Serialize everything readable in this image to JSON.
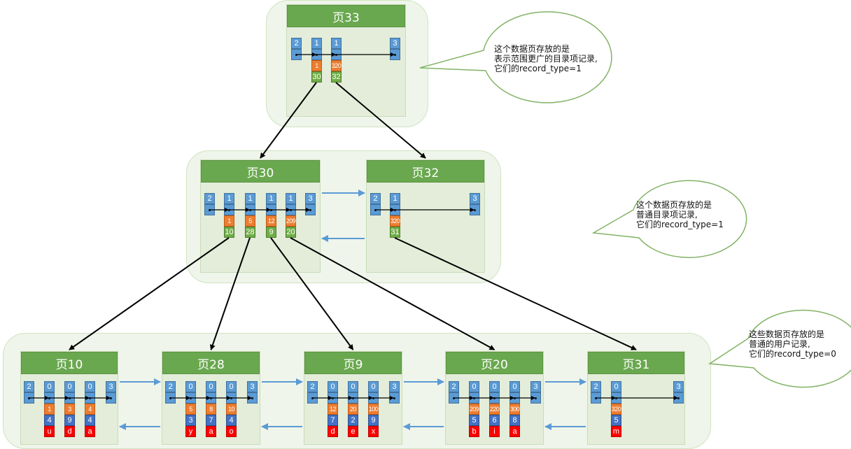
{
  "diagram": {
    "type": "b-plus-tree",
    "levels": [
      {
        "name": "root-level",
        "pages": [
          {
            "id": "33",
            "title": "页33",
            "header": [
              "2",
              "1",
              "1",
              "3"
            ],
            "records": [
              {
                "record_type": "1",
                "key": "1",
                "page_no": "30"
              },
              {
                "record_type": "1",
                "key": "320",
                "page_no": "32"
              }
            ]
          }
        ]
      },
      {
        "name": "middle-level",
        "pages": [
          {
            "id": "30",
            "title": "页30",
            "records": [
              {
                "record_type": "1",
                "key": "1",
                "page_no": "10"
              },
              {
                "record_type": "1",
                "key": "5",
                "page_no": "28"
              },
              {
                "record_type": "1",
                "key": "12",
                "page_no": "9"
              },
              {
                "record_type": "1",
                "key": "209",
                "page_no": "20"
              }
            ]
          },
          {
            "id": "32",
            "title": "页32",
            "records": [
              {
                "record_type": "1",
                "key": "320",
                "page_no": "31"
              }
            ]
          }
        ]
      },
      {
        "name": "leaf-level",
        "pages": [
          {
            "id": "10",
            "title": "页10",
            "records": [
              {
                "record_type": "0",
                "c1": "1",
                "c2": "4",
                "c3": "u"
              },
              {
                "record_type": "0",
                "c1": "3",
                "c2": "9",
                "c3": "d"
              },
              {
                "record_type": "0",
                "c1": "4",
                "c2": "4",
                "c3": "a"
              }
            ]
          },
          {
            "id": "28",
            "title": "页28",
            "records": [
              {
                "record_type": "0",
                "c1": "5",
                "c2": "3",
                "c3": "y"
              },
              {
                "record_type": "0",
                "c1": "8",
                "c2": "7",
                "c3": "a"
              },
              {
                "record_type": "0",
                "c1": "10",
                "c2": "4",
                "c3": "o"
              }
            ]
          },
          {
            "id": "9",
            "title": "页9",
            "records": [
              {
                "record_type": "0",
                "c1": "12",
                "c2": "7",
                "c3": "d"
              },
              {
                "record_type": "0",
                "c1": "20",
                "c2": "2",
                "c3": "e"
              },
              {
                "record_type": "0",
                "c1": "100",
                "c2": "9",
                "c3": "x"
              }
            ]
          },
          {
            "id": "20",
            "title": "页20",
            "records": [
              {
                "record_type": "0",
                "c1": "209",
                "c2": "5",
                "c3": "b"
              },
              {
                "record_type": "0",
                "c1": "220",
                "c2": "6",
                "c3": "i"
              },
              {
                "record_type": "0",
                "c1": "300",
                "c2": "8",
                "c3": "a"
              }
            ]
          },
          {
            "id": "31",
            "title": "页31",
            "records": [
              {
                "record_type": "0",
                "c1": "320",
                "c2": "5",
                "c3": "m"
              }
            ]
          }
        ]
      }
    ],
    "infimum_type": "2",
    "supremum_type": "3",
    "callouts": [
      {
        "name": "root-callout",
        "lines": [
          "这个数据页存放的是",
          "表示范围更广的目录项记录,",
          "它们的record_type=1"
        ]
      },
      {
        "name": "middle-callout",
        "lines": [
          "这个数据页存放的是",
          "普通目录项记录,",
          "它们的record_type=1"
        ]
      },
      {
        "name": "leaf-callout",
        "lines": [
          "这些数据页存放的是",
          "普通的用户记录,",
          "它们的record_type=0"
        ]
      }
    ],
    "colors": {
      "page_header": "#6aa84f",
      "record_type_cell": "#5b9bd5",
      "key_cell": "#ed7d31",
      "page_no_cell": "#70ad47",
      "column2_cell": "#4472c4",
      "column3_cell": "#ff0000",
      "sibling_link": "#5b9bd5"
    }
  }
}
